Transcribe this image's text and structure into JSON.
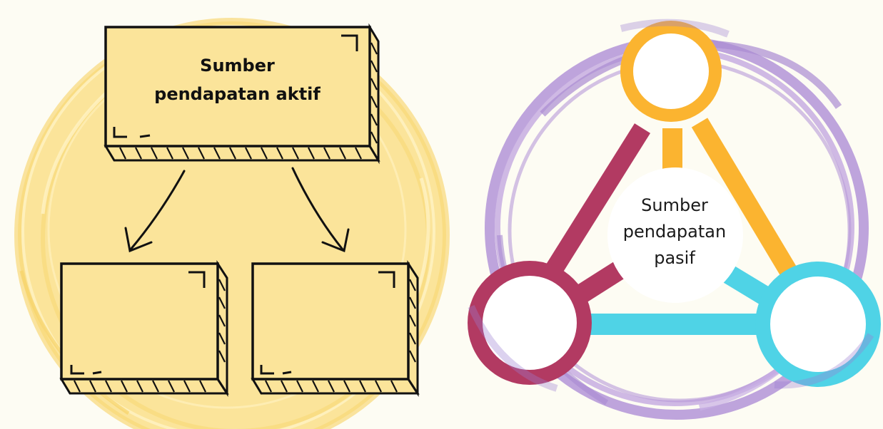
{
  "active_diagram": {
    "title_line1": "Sumber",
    "title_line2": "pendapatan aktif",
    "child_boxes": [
      "",
      ""
    ]
  },
  "passive_diagram": {
    "title_line1": "Sumber",
    "title_line2": "pendapatan",
    "title_line3": "pasif",
    "nodes": [
      "",
      "",
      ""
    ]
  },
  "colors": {
    "background": "#fdfcf3",
    "left_blob": "#fbe49a",
    "box_fill": "#fbe49a",
    "outline": "#111111",
    "ring_purple": "#b79ad9",
    "node_orange": "#fbb430",
    "node_crimson": "#b23a62",
    "node_cyan": "#4fd3e6"
  }
}
